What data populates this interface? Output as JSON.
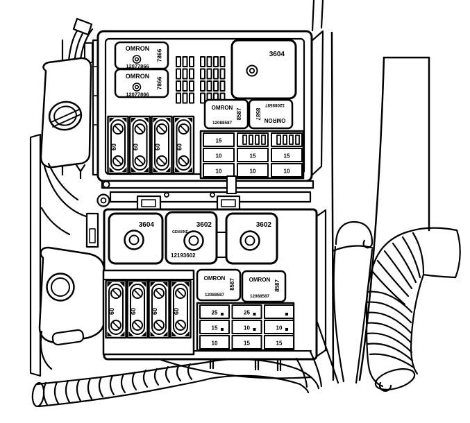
{
  "figure": {
    "kind": "service-manual line illustration",
    "subject": "underhood fuse and relay block",
    "colors": {
      "line": "#000000",
      "background": "#ffffff"
    }
  },
  "upper_block": {
    "micro_relays": [
      {
        "brand": "OMRON",
        "part_number": "12077866",
        "side_code": "7866"
      },
      {
        "brand": "OMRON",
        "part_number": "12077866",
        "side_code": "7866"
      }
    ],
    "large_relay": {
      "label": "3604"
    },
    "mini_relays": [
      {
        "brand": "OMRON",
        "part_number": "12088587",
        "side_code": "8587",
        "orientation": "upright"
      },
      {
        "brand": "OMRON",
        "part_number": "12088587",
        "side_code": "8587",
        "orientation": "rotated-180"
      }
    ],
    "maxi_fuses": [
      {
        "amps": "60"
      },
      {
        "amps": "60"
      },
      {
        "amps": "60"
      },
      {
        "amps": "60"
      }
    ],
    "fuse_grid": {
      "rows": [
        [
          "15",
          "",
          ""
        ],
        [
          "10",
          "15",
          "15"
        ],
        [
          "10",
          "10",
          "10"
        ]
      ],
      "empty_cell_style": "striped slot"
    }
  },
  "lower_block": {
    "large_relays": [
      {
        "label": "3604"
      },
      {
        "label": "3602",
        "brand_small": "GENUINE",
        "part_number": "12193602"
      },
      {
        "label": "3602"
      }
    ],
    "mini_relays": [
      {
        "brand": "OMRON",
        "part_number": "12088587",
        "side_code": "8587"
      },
      {
        "brand": "OMRON",
        "part_number": "12088587",
        "side_code": "8587"
      }
    ],
    "maxi_fuses": [
      {
        "amps": "60"
      },
      {
        "amps": "60"
      },
      {
        "amps": "60"
      },
      {
        "amps": "60"
      }
    ],
    "fuse_grid": {
      "rows": [
        [
          "25",
          "25",
          ""
        ],
        [
          "15",
          "10",
          "10"
        ],
        [
          "10",
          "15",
          "15"
        ]
      ]
    }
  }
}
